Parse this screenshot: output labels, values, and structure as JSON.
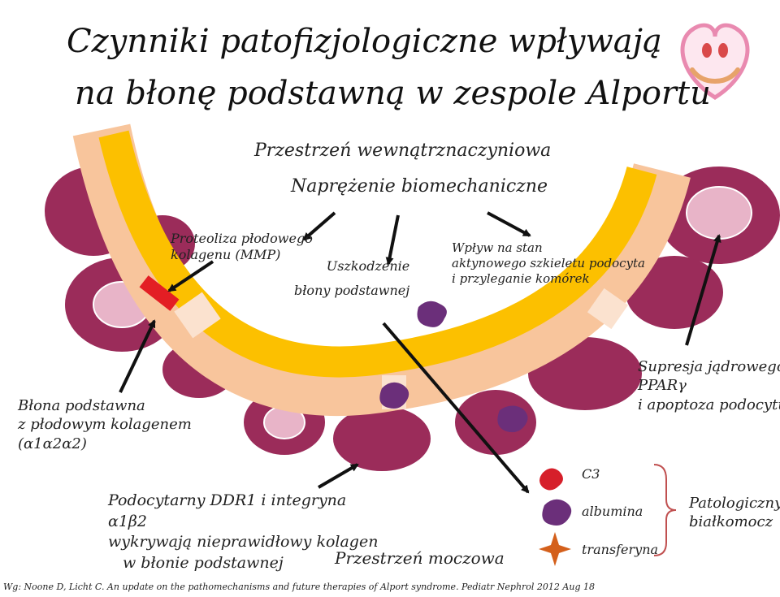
{
  "title": {
    "line1": "Czynniki patofizjologiczne wpływają",
    "line2": "na błonę podstawną w zespole Alportu"
  },
  "regions": {
    "inner_space": "Przestrzeń wewnątrznaczyniowa",
    "urinary_space": "Przestrzeń moczowa"
  },
  "stress_label": "Naprężenie biomechaniczne",
  "labels": {
    "proteolysis": [
      "Proteoliza płodowego",
      "kolagenu (MMP)"
    ],
    "damage": [
      "Uszkodzenie",
      "błony podstawnej"
    ],
    "cytoskeleton": [
      "Wpływ na stan",
      "aktynowego szkieletu podocyta",
      "i przyleganie komórek"
    ],
    "suppression": [
      "Supresja jądrowego",
      "PPARγ",
      "i apoptoza podocytu"
    ],
    "basement": [
      "Błona podstawna",
      "z płodowym kolagenem",
      "(α1α2α2)"
    ],
    "podocyte": [
      "Podocytarny DDR1 i integryna",
      "α1β2",
      "wykrywają nieprawidłowy kolagen",
      "w błonie podstawnej"
    ]
  },
  "legend": {
    "items": [
      "C3",
      "albumina",
      "transferyna"
    ],
    "group_label": [
      "Patologiczny",
      "białkomocz"
    ]
  },
  "source": "Wg: Noone D, Licht C. An update on the pathomechanisms and future therapies of Alport syndrome. Pediatr Nephrol 2012 Aug 18",
  "colors": {
    "gbm_yellow": "#fcc000",
    "gbm_peach": "#f8c59c",
    "podocyte": "#9b2c5a",
    "podocyte_light": "#e8b4c8",
    "inclusion": "#6b2f7a",
    "c3": "#d61f2a",
    "transferrin": "#d4601c",
    "title_blue": "#2a7ab8",
    "stress_red": "#d22b2b"
  },
  "icons": {
    "logo": "heart-hands-kidney-icon"
  }
}
